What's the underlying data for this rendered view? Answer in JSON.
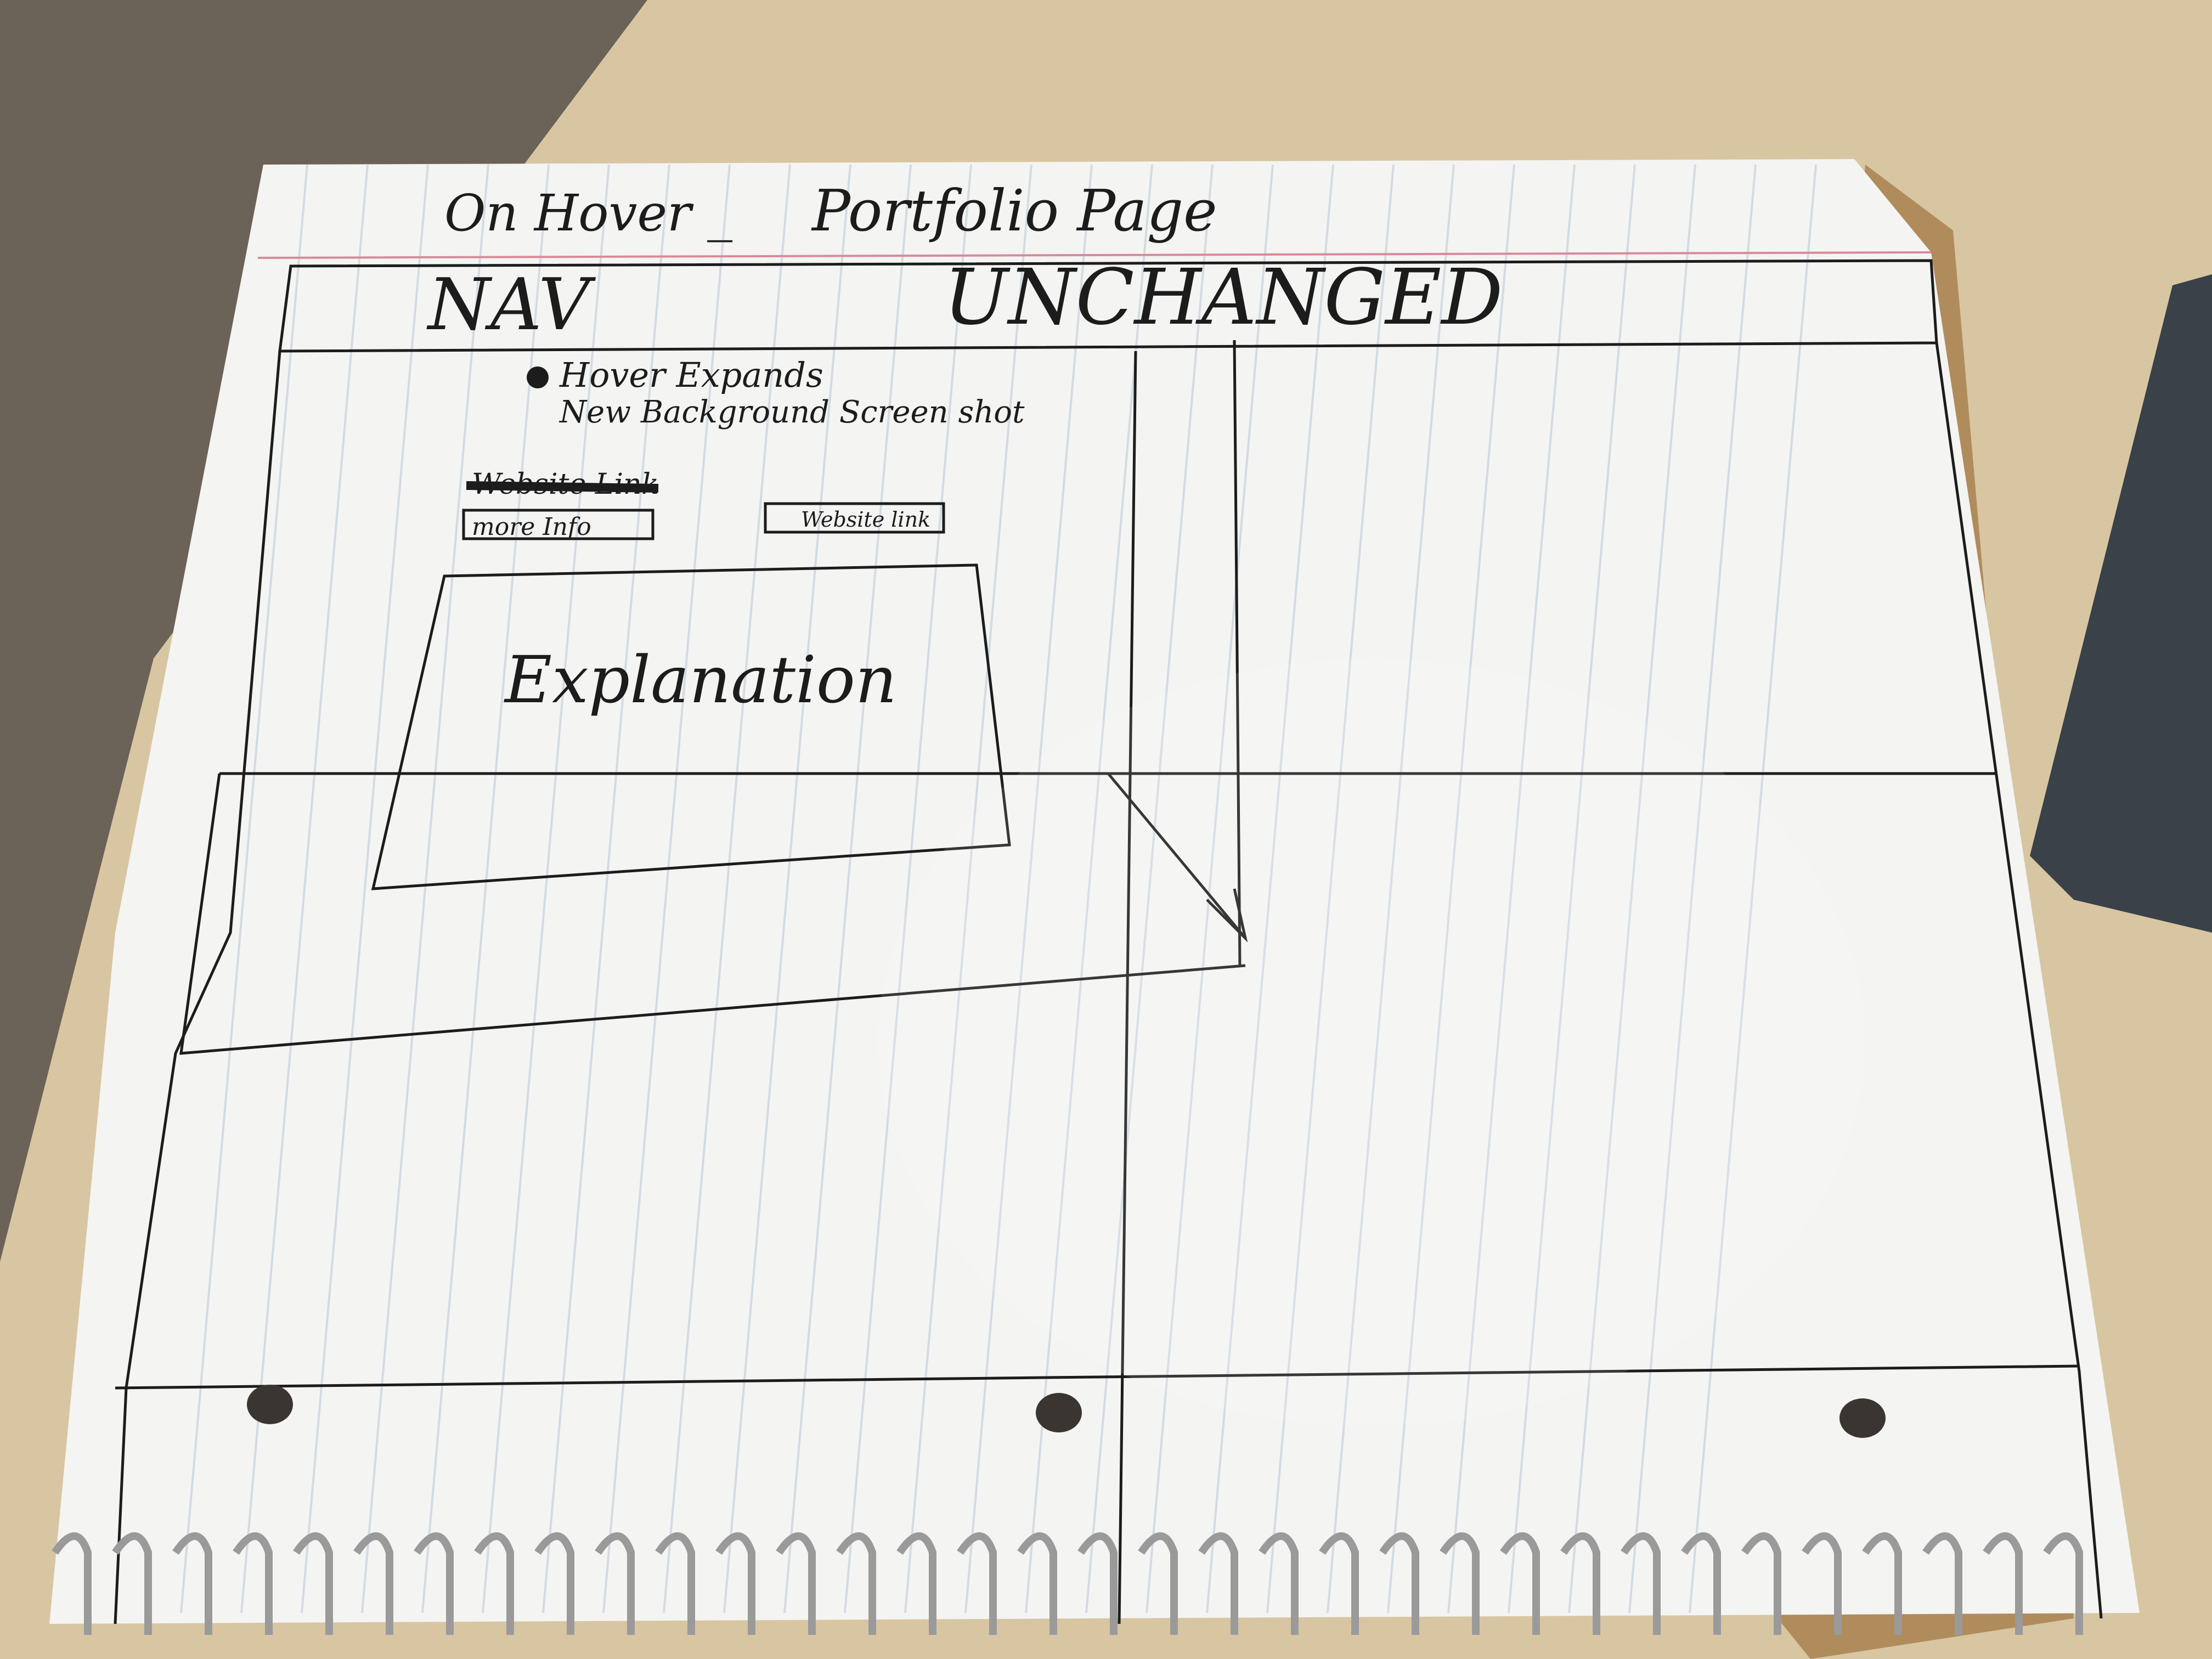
{
  "photo": {
    "subject": "notebook-wireframe-sketch",
    "colors": {
      "carpet": "#6b6258",
      "desk": "#d8c6a2",
      "paper": "#f4f4f2",
      "rule_line": "#b9c7d6",
      "margin_line": "#d88a9a",
      "ink": "#1c1c1c",
      "spiral": "#9a9a9a",
      "binder": "#3a4148"
    }
  },
  "sketch": {
    "title_left": "On Hover _",
    "title_right": "Portfolio Page",
    "nav_label": "NAV",
    "nav_status": "UNCHANGED",
    "note_line_1": "Hover Expands",
    "note_line_2": "New Background Screen shot",
    "crossed_out": "Website Link",
    "more_info_button": "more Info",
    "website_link_button": "Website link",
    "explanation_label": "Explanation"
  }
}
